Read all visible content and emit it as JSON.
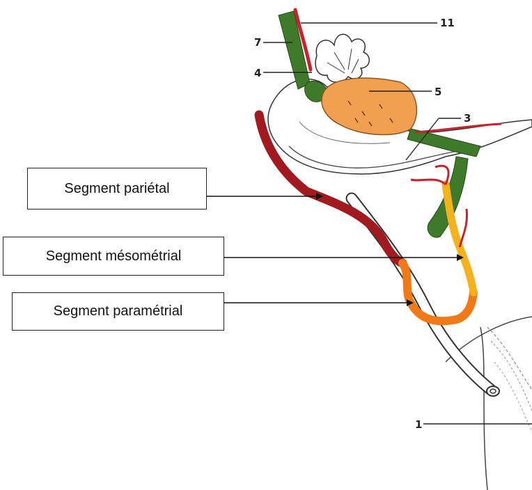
{
  "labels": {
    "parietal": "Segment pariétal",
    "mesometrial": "Segment mésométrial",
    "parametrial": "Segment paramétrial"
  },
  "numbers": {
    "n11": "11",
    "n7": "7",
    "n4": "4",
    "n5": "5",
    "n3": "3",
    "n1": "1"
  },
  "colors": {
    "parietal_segment": "#a01a1f",
    "mesometrial_segment": "#f5b21f",
    "parametrial_segment": "#f07a18",
    "ligament": "#3e7a2a",
    "ovary": "#f0a050",
    "vessel": "#c8232c"
  }
}
